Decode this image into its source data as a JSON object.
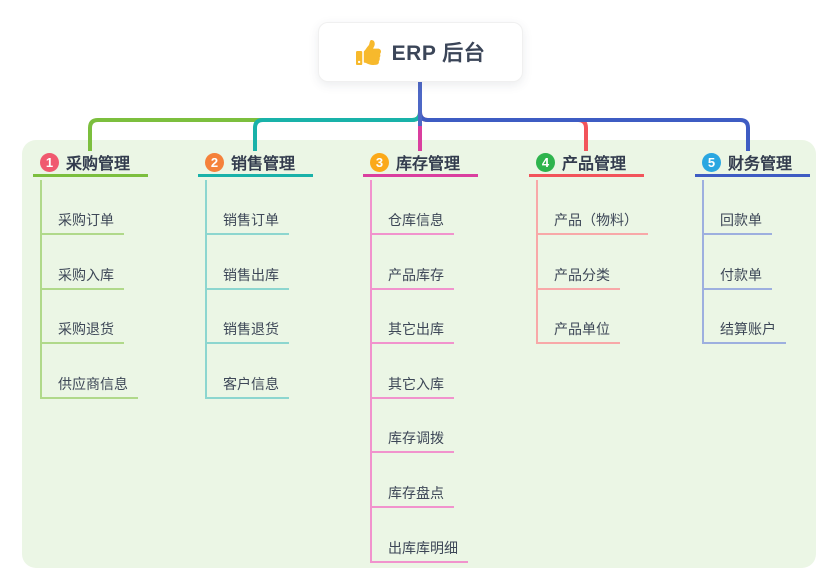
{
  "root": {
    "label": "ERP 后台",
    "icon": "thumbs-up"
  },
  "branches": [
    {
      "num": "1",
      "title": "采购管理",
      "badge": "#f0596f",
      "color": "#7cbf3e",
      "light": "#b0d98a",
      "items": [
        "采购订单",
        "采购入库",
        "采购退货",
        "供应商信息"
      ]
    },
    {
      "num": "2",
      "title": "销售管理",
      "badge": "#f5813a",
      "color": "#19b2a9",
      "light": "#8cd6cf",
      "items": [
        "销售订单",
        "销售出库",
        "销售退货",
        "客户信息"
      ]
    },
    {
      "num": "3",
      "title": "库存管理",
      "badge": "#fba919",
      "color": "#da3f9f",
      "light": "#f193cd",
      "items": [
        "仓库信息",
        "产品库存",
        "其它出库",
        "其它入库",
        "库存调拨",
        "库存盘点",
        "出库库明细"
      ]
    },
    {
      "num": "4",
      "title": "产品管理",
      "badge": "#2eb44d",
      "color": "#f2545b",
      "light": "#f8a8a8",
      "items": [
        "产品（物料）",
        "产品分类",
        "产品单位"
      ]
    },
    {
      "num": "5",
      "title": "财务管理",
      "badge": "#2aa7e1",
      "color": "#3e5cc3",
      "light": "#9dafdf",
      "items": [
        "回款单",
        "付款单",
        "结算账户"
      ]
    }
  ],
  "colors": {
    "connector": "#4e68c6",
    "panel": "#ebf6e5",
    "root_text": "#3b4558",
    "title_text": "#333c4e",
    "item_text": "#3d4757",
    "thumb": "#f7b92c"
  }
}
